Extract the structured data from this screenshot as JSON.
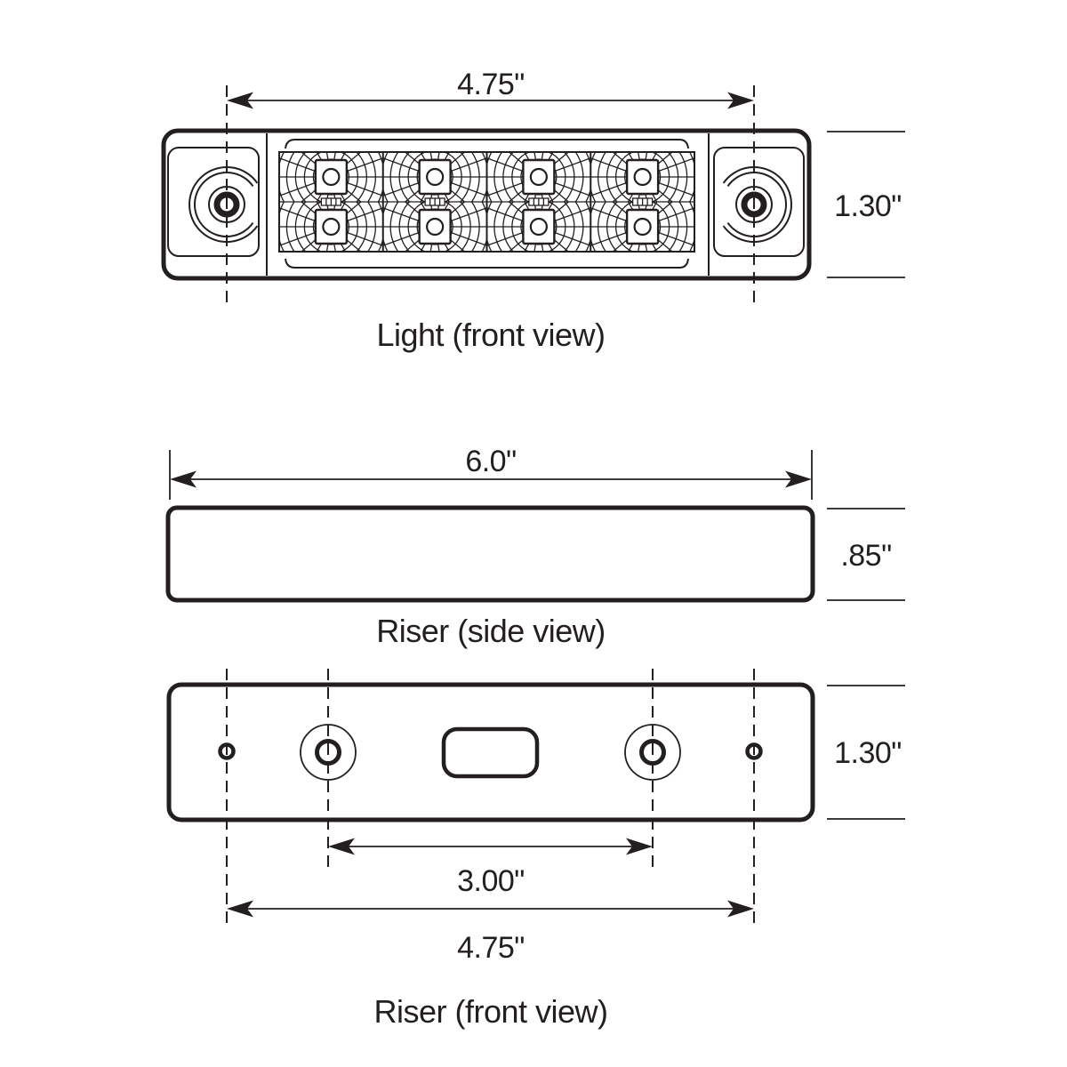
{
  "page": {
    "background": "#ffffff",
    "ink_color": "#231f20"
  },
  "light_front": {
    "caption": "Light (front view)",
    "width_dim": "4.75\"",
    "height_dim": "1.30\"",
    "led_columns": 4,
    "led_rows": 2
  },
  "riser_side": {
    "caption": "Riser (side view)",
    "width_dim": "6.0\"",
    "height_dim": ".85\""
  },
  "riser_front": {
    "caption": "Riser (front view)",
    "inner_hole_spacing_dim": "3.00\"",
    "outer_hole_spacing_dim": "4.75\"",
    "height_dim": "1.30\""
  }
}
